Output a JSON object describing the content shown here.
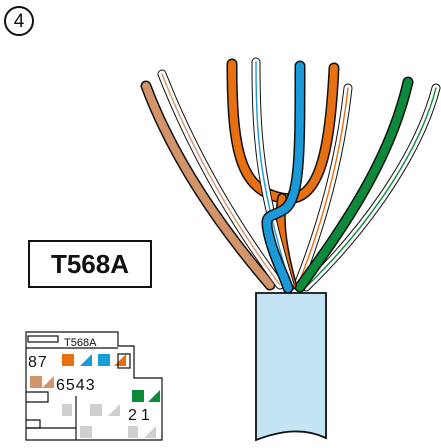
{
  "step_number": "4",
  "standard_label": "T568A",
  "mini_diagram": {
    "header": "T568A",
    "row1": "87",
    "row2": "6543",
    "row3": "21"
  },
  "colors": {
    "orange": "#e87010",
    "blue": "#1a9ad8",
    "green": "#0a8a3a",
    "brown": "#d4946a",
    "jacket": "#c4e4f4",
    "outline": "#111111",
    "gray": "#cfcfcf"
  }
}
